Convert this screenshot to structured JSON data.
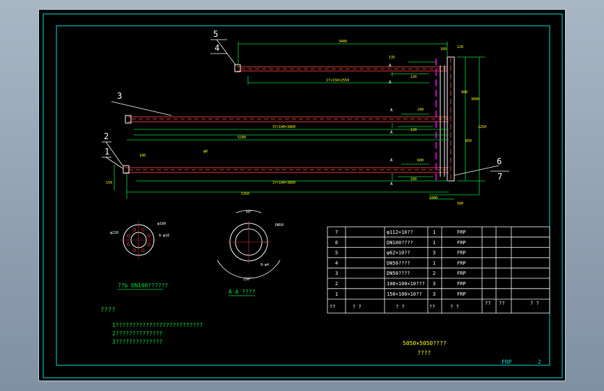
{
  "colors": {
    "background": "#000000",
    "frame": "#00e0e0",
    "pipe": "#e23b3b",
    "dimension": "#00e040",
    "text_white": "#ffffff",
    "text_yellow": "#ffff00",
    "magenta": "#ff00ff",
    "hatch": "#cfcfcf"
  },
  "callouts": [
    "5",
    "4",
    "3",
    "2",
    "1",
    "6",
    "7"
  ],
  "dimensions": {
    "top_length": "3400",
    "pitch_top": "17×150=2550",
    "pitch_mid": "37×100=3800",
    "pitch_bot": "37×100=3800",
    "length_mid": "5200",
    "length_bot": "5350",
    "d_100": "100",
    "d_135": "135",
    "d_150": "150",
    "d_160": "160",
    "d_120": "120",
    "d_900": "900",
    "d_240": "240",
    "d_600": "600",
    "d_1000": "1000",
    "d_3000": "3000",
    "d_850": "850",
    "d_2250": "2250",
    "d_500": "500",
    "phi_small": "φ8",
    "section_mark": "A"
  },
  "flange": {
    "title": "??b DN100??????",
    "bolt_dim": "8-φ18",
    "pcd": "φ180",
    "od": "φ220"
  },
  "section": {
    "title": "A-A ????",
    "angle": "60°",
    "od": "DN50",
    "hole_dim": "8-φ4",
    "bottom_angle": "150°"
  },
  "notes": {
    "heading": "????",
    "lines": [
      "1??????????????????????????",
      "2??????????????",
      "3??????????????"
    ]
  },
  "bom": {
    "rows": [
      {
        "no": "7",
        "spec": "φ112×10??",
        "qty": "1",
        "mat": "FRP"
      },
      {
        "no": "6",
        "spec": "DN100????",
        "qty": "1",
        "mat": "FRP"
      },
      {
        "no": "5",
        "spec": "φ62×10??",
        "qty": "3",
        "mat": "FRP"
      },
      {
        "no": "4",
        "spec": "DN50????",
        "qty": "1",
        "mat": "FRP"
      },
      {
        "no": "3",
        "spec": "DN50????",
        "qty": "2",
        "mat": "FRP"
      },
      {
        "no": "2",
        "spec": "100×100×10???",
        "qty": "3",
        "mat": "FRP"
      },
      {
        "no": "1",
        "spec": "150×100×10??",
        "qty": "3",
        "mat": "FRP"
      }
    ],
    "header": {
      "no": "??",
      "name": "? ?",
      "spec": "? ?",
      "qty": "??",
      "mat": "? ?",
      "a": "??",
      "b": "??",
      "c": "? ?"
    }
  },
  "title_block": {
    "drawing_name": "5050×5050????",
    "subtitle": "????",
    "material": "FRP",
    "sheet": "2"
  }
}
